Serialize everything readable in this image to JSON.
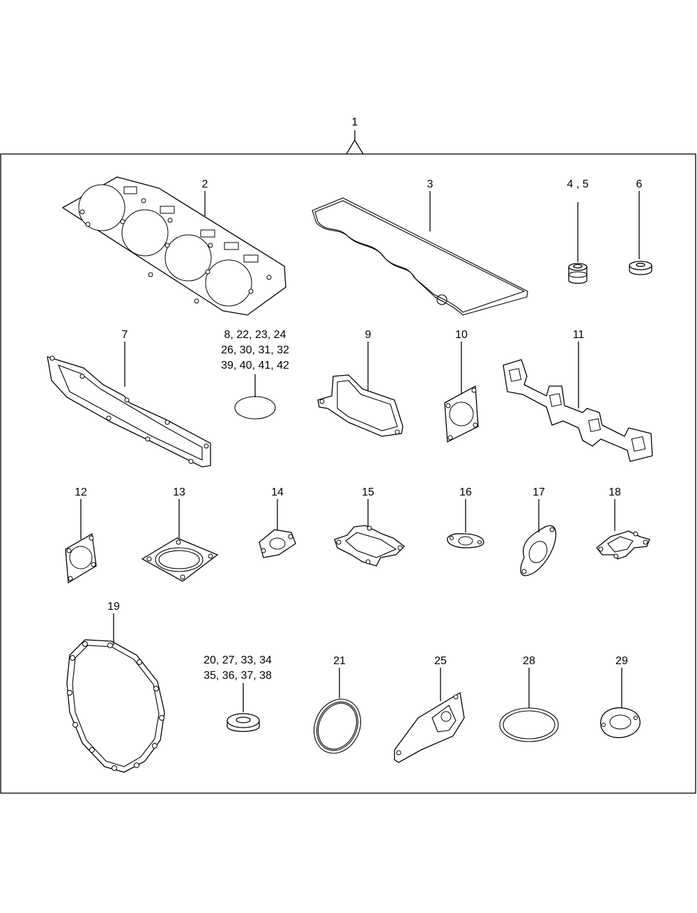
{
  "callouts": {
    "c1": "1",
    "c2": "2",
    "c3": "3",
    "c4_5": "4 , 5",
    "c6": "6",
    "c7": "7",
    "c8_row1": "8,   22,  23,  24",
    "c8_row2": "26,  30,  31,  32",
    "c8_row3": "39,  40,  41,  42",
    "c9": "9",
    "c10": "10",
    "c11": "11",
    "c12": "12",
    "c13": "13",
    "c14": "14",
    "c15": "15",
    "c16": "16",
    "c17": "17",
    "c18": "18",
    "c19": "19",
    "c20_row1": "20,  27,  33,  34",
    "c20_row2": "35,  36,  37,  38",
    "c21": "21",
    "c25": "25",
    "c28": "28",
    "c29": "29"
  },
  "colors": {
    "line": "#000000",
    "background": "#ffffff"
  }
}
